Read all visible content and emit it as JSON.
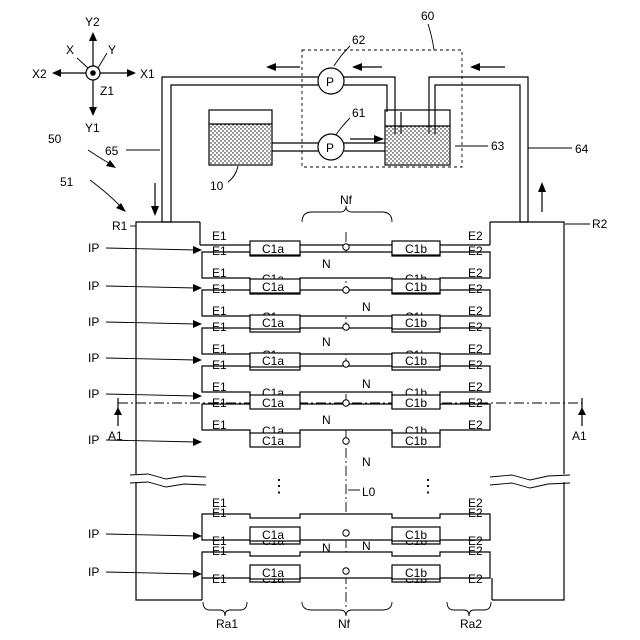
{
  "axes": {
    "y2": "Y2",
    "y": "Y",
    "x": "X",
    "x2": "X2",
    "x1": "X1",
    "z1": "Z1",
    "y1": "Y1"
  },
  "refs": {
    "r60": "60",
    "r62": "62",
    "r61": "61",
    "r63": "63",
    "r10": "10",
    "r50": "50",
    "r65": "65",
    "r51": "51",
    "r64": "64",
    "R1": "R1",
    "R2": "R2",
    "Nf": "Nf",
    "P": "P",
    "A1": "A1",
    "L0": "L0",
    "dots": "⋮",
    "Ra1": "Ra1",
    "Ra2": "Ra2"
  },
  "row_labels": {
    "ip": "IP",
    "e1": "E1",
    "e2": "E2",
    "c1a": "C1a",
    "c1b": "C1b",
    "n": "N"
  }
}
